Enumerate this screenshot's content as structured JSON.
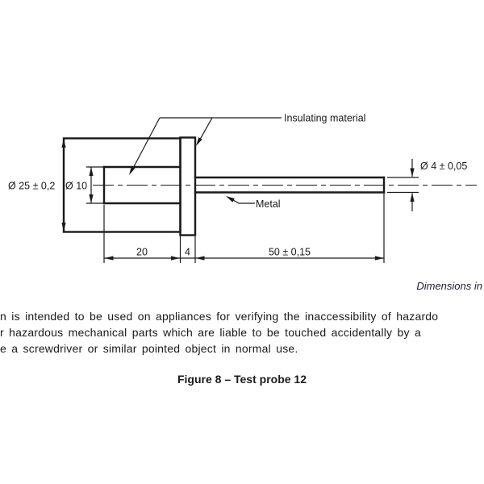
{
  "figure": {
    "caption": "Figure 8 – Test probe 12",
    "dimensions_note": "Dimensions in",
    "labels": {
      "insulating": "Insulating material",
      "metal": "Metal",
      "dia_handle": "Ø 25 ± 0,2",
      "dia_inner": "Ø 10",
      "dia_rod": "Ø 4 ± 0,05",
      "len_handle": "20",
      "len_flange": "4",
      "len_rod": "50 ± 0,15"
    }
  },
  "description": {
    "line1": "n is intended to be used on appliances for verifying the inaccessibility of hazardo",
    "line2": "r hazardous mechanical parts which are liable to be touched accidentally by a",
    "line3": "e a screwdriver or similar pointed object in normal use."
  },
  "colors": {
    "line": "#1a1a1a",
    "text": "#1a1a1a",
    "note_text": "#1c1c3a",
    "background": "#ffffff"
  }
}
